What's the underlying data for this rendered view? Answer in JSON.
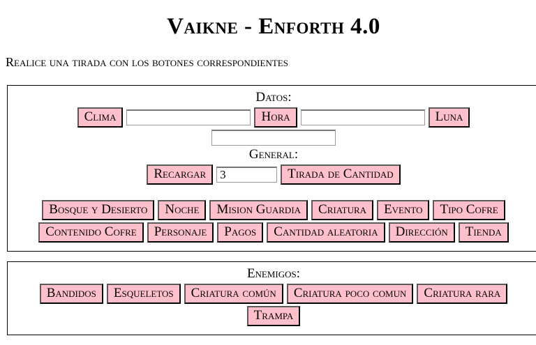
{
  "page": {
    "title": "Vaikne - Enforth 4.0",
    "subtitle": "Realice una tirada con los botones correspondientes"
  },
  "colors": {
    "button_background": "#FFC0CB",
    "button_border": "#000000",
    "panel_border": "#000000",
    "page_background": "#ffffff",
    "text": "#000000"
  },
  "datos_section": {
    "heading": "Datos:",
    "clima_button": "Clima",
    "clima_input_value": "",
    "hora_button": "Hora",
    "hora_input_value": "",
    "luna_button": "Luna",
    "result_input_value": "",
    "general_heading": "General:",
    "recargar_button": "Recargar",
    "quantity_input_value": "3",
    "tirada_button": "Tirada de Cantidad",
    "roll_buttons_row1": [
      "Bosque y Desierto",
      "Noche",
      "Mision Guardia",
      "Criatura",
      "Evento",
      "Tipo Cofre"
    ],
    "roll_buttons_row2": [
      "Contenido Cofre",
      "Personaje",
      "Pagos",
      "Cantidad aleatoria",
      "Dirección",
      "Tienda"
    ]
  },
  "enemigos_section": {
    "heading": "Enemigos:",
    "enemy_buttons": [
      "Bandidos",
      "Esqueletos",
      "Criatura común",
      "Criatura poco comun",
      "Criatura rara"
    ],
    "trampa_button": "Trampa"
  }
}
